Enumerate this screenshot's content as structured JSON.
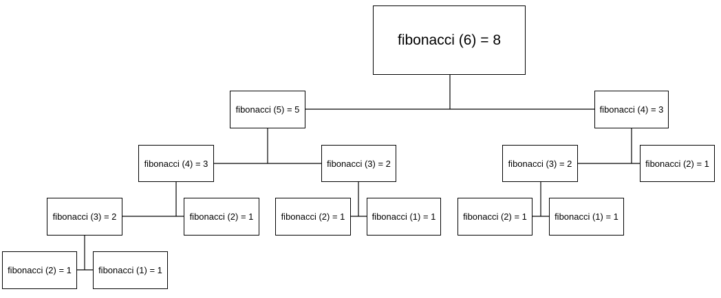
{
  "diagram": {
    "type": "recursion-tree",
    "nodes": [
      {
        "id": "f6",
        "label": "fibonacci (6) = 8"
      },
      {
        "id": "f5",
        "label": "fibonacci (5) = 5"
      },
      {
        "id": "f4r",
        "label": "fibonacci (4) = 3"
      },
      {
        "id": "f4l",
        "label": "fibonacci (4) = 3"
      },
      {
        "id": "f3m",
        "label": "fibonacci (3) = 2"
      },
      {
        "id": "f3r",
        "label": "fibonacci (3) = 2"
      },
      {
        "id": "f2r",
        "label": "fibonacci (2) = 1"
      },
      {
        "id": "f3l",
        "label": "fibonacci (3) = 2"
      },
      {
        "id": "f2l",
        "label": "fibonacci (2) = 1"
      },
      {
        "id": "f2m",
        "label": "fibonacci (2) = 1"
      },
      {
        "id": "f1m",
        "label": "fibonacci (1) = 1"
      },
      {
        "id": "f2rr",
        "label": "fibonacci (2) = 1"
      },
      {
        "id": "f1rr",
        "label": "fibonacci (1) = 1"
      },
      {
        "id": "f2ll",
        "label": "fibonacci (2) = 1"
      },
      {
        "id": "f1ll",
        "label": "fibonacci (1) = 1"
      }
    ],
    "edges": [
      [
        "f6",
        "f5",
        "f4r"
      ],
      [
        "f5",
        "f4l",
        "f3m"
      ],
      [
        "f4r",
        "f3r",
        "f2r"
      ],
      [
        "f4l",
        "f3l",
        "f2l"
      ],
      [
        "f3m",
        "f2m",
        "f1m"
      ],
      [
        "f3r",
        "f2rr",
        "f1rr"
      ],
      [
        "f3l",
        "f2ll",
        "f1ll"
      ]
    ]
  }
}
